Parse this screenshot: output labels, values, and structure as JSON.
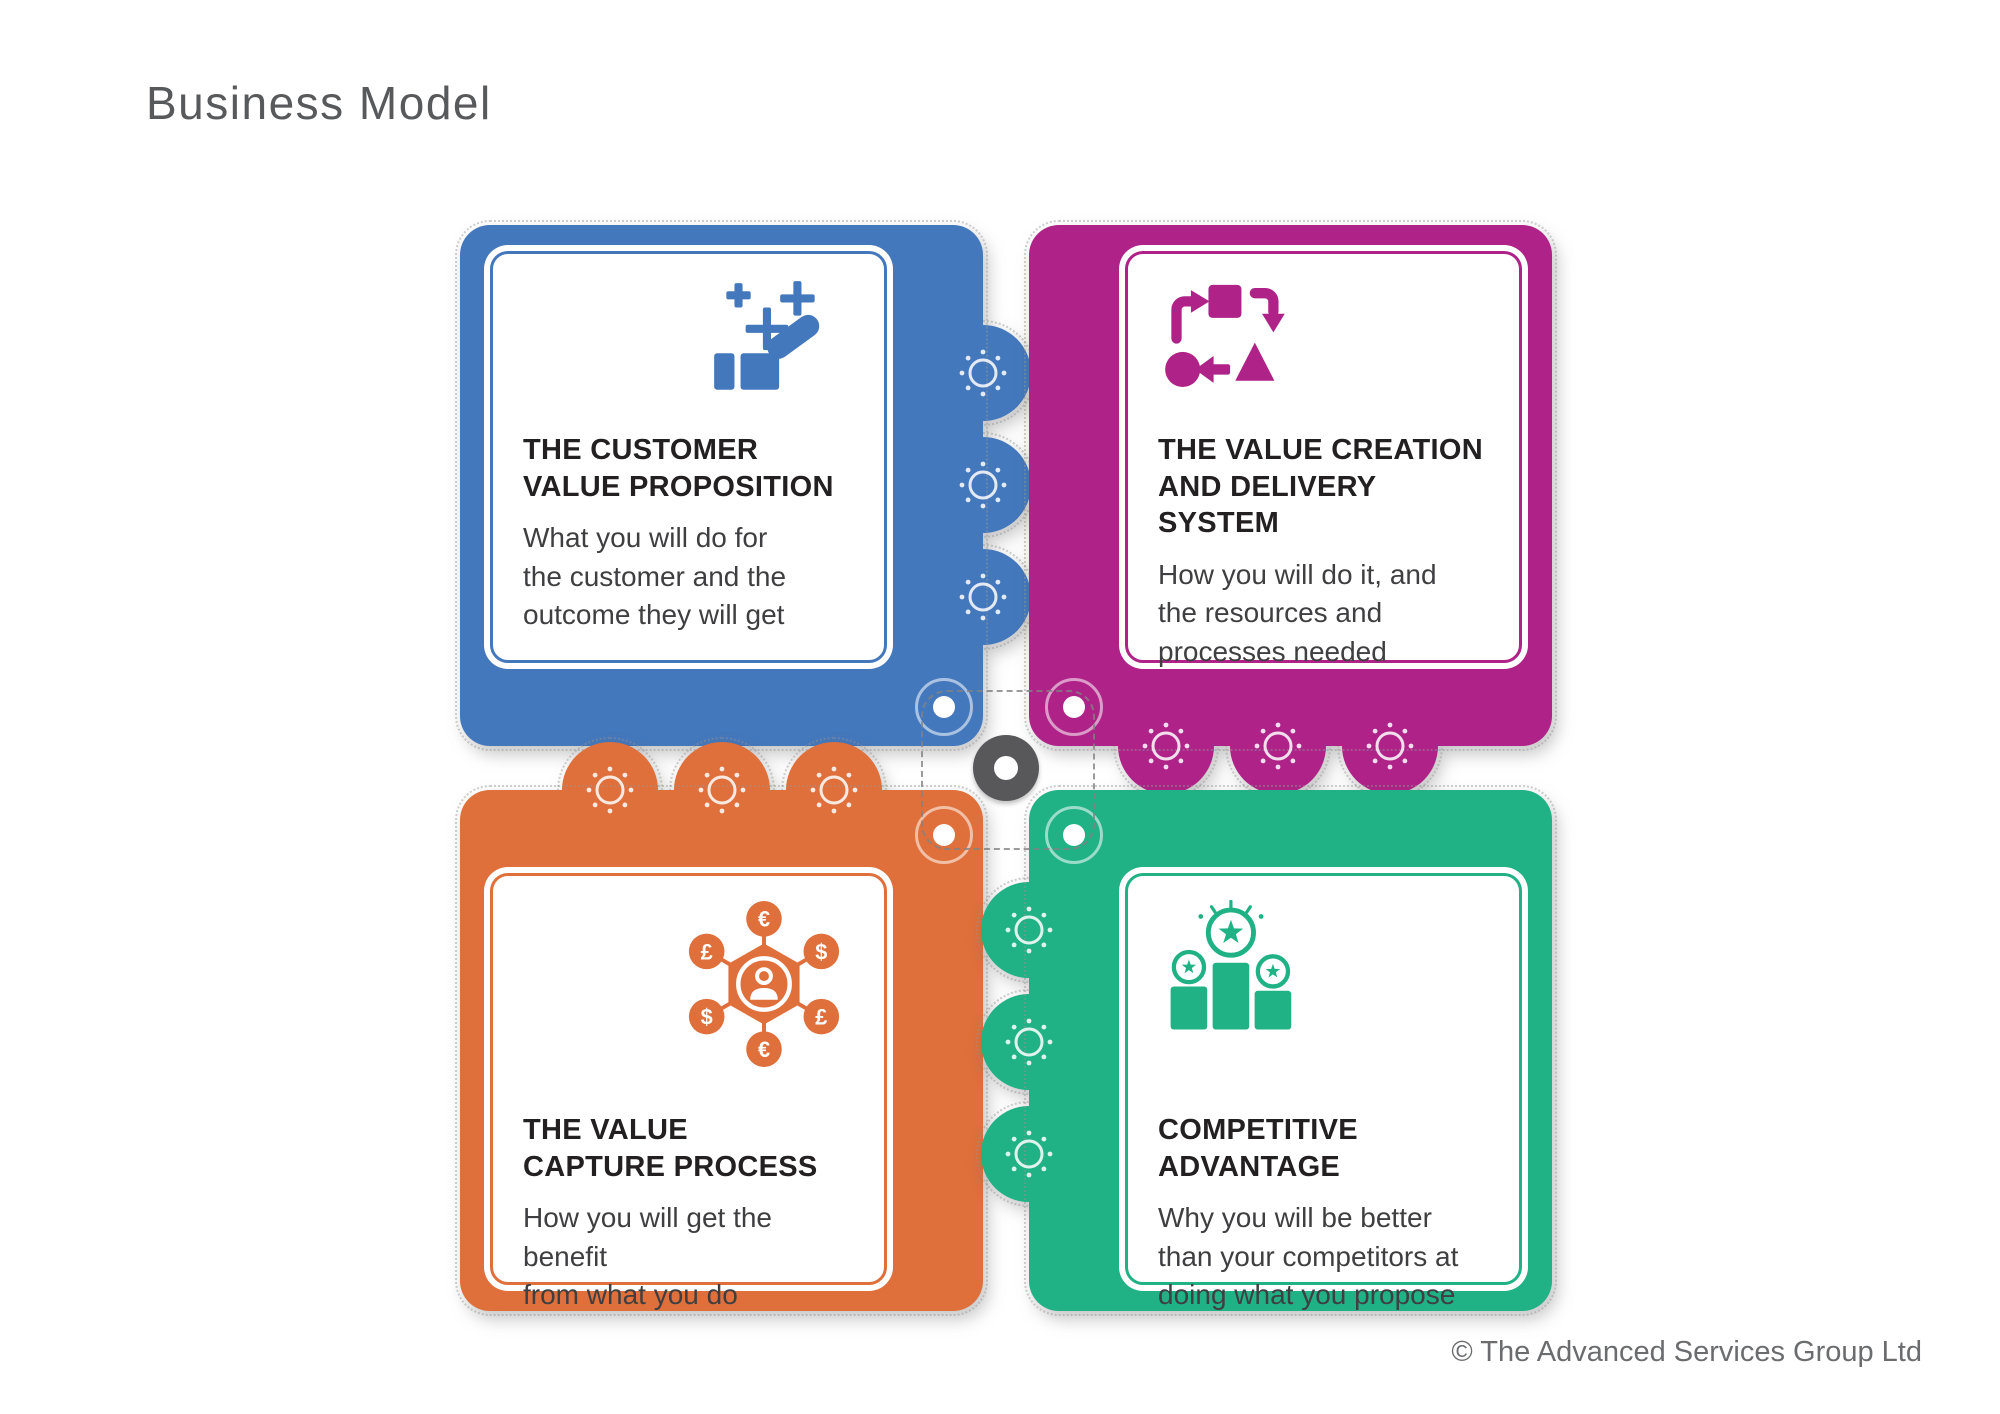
{
  "page": {
    "title": "Business Model",
    "title_color": "#58595B",
    "footer": "© The Advanced Services Group Ltd",
    "footer_color": "#6B6C6E",
    "background": "#FFFFFF"
  },
  "center": {
    "hub_color": "#58585B",
    "perforation_color": "#828282"
  },
  "quadrants": [
    {
      "id": "customer-value-proposition",
      "position": "top-left",
      "color": "#4478BC",
      "icon": "giving-hand-sparkles-icon",
      "title": "THE CUSTOMER\nVALUE PROPOSITION",
      "description": "What you will do for\nthe customer and the\noutcome they will get"
    },
    {
      "id": "value-creation-delivery-system",
      "position": "top-right",
      "color": "#AF2288",
      "icon": "process-flow-shapes-icon",
      "title": "THE VALUE CREATION\nAND DELIVERY SYSTEM",
      "description": "How you will do it, and\nthe resources and\nprocesses needed"
    },
    {
      "id": "value-capture-process",
      "position": "bottom-left",
      "color": "#DF6F3B",
      "icon": "person-currency-network-icon",
      "title": "THE VALUE\nCAPTURE PROCESS",
      "description": "How you will get the benefit\nfrom what you do"
    },
    {
      "id": "competitive-advantage",
      "position": "bottom-right",
      "color": "#20B185",
      "icon": "winners-podium-stars-icon",
      "title": "COMPETITIVE\nADVANTAGE",
      "description": "Why you will be better\nthan your competitors at\ndoing what you propose"
    }
  ],
  "currency_symbols": {
    "top": "€",
    "top_right": "$",
    "bottom_right": "£",
    "bottom": "€",
    "bottom_left": "$",
    "top_left": "£"
  }
}
